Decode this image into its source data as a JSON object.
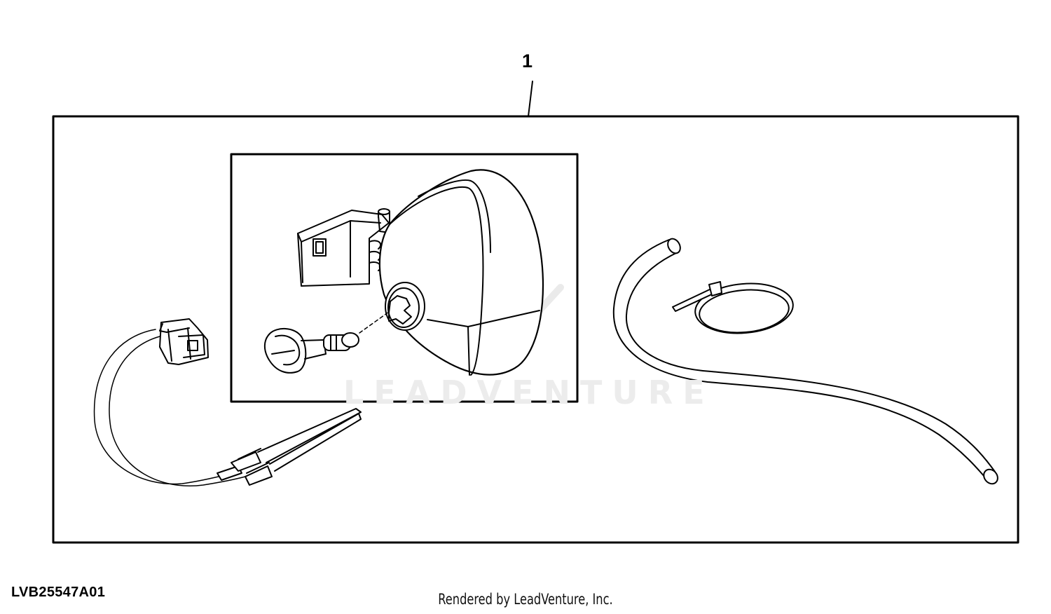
{
  "diagram": {
    "callout_number": "1",
    "drawing_code": "LVB25547A01",
    "credit": "Rendered by LeadVenture, Inc.",
    "watermark": "LEADVENTURE"
  },
  "parts": [
    "headlight-assembly",
    "bulb-socket",
    "wiring-harness-connector",
    "hose",
    "cable-tie"
  ]
}
